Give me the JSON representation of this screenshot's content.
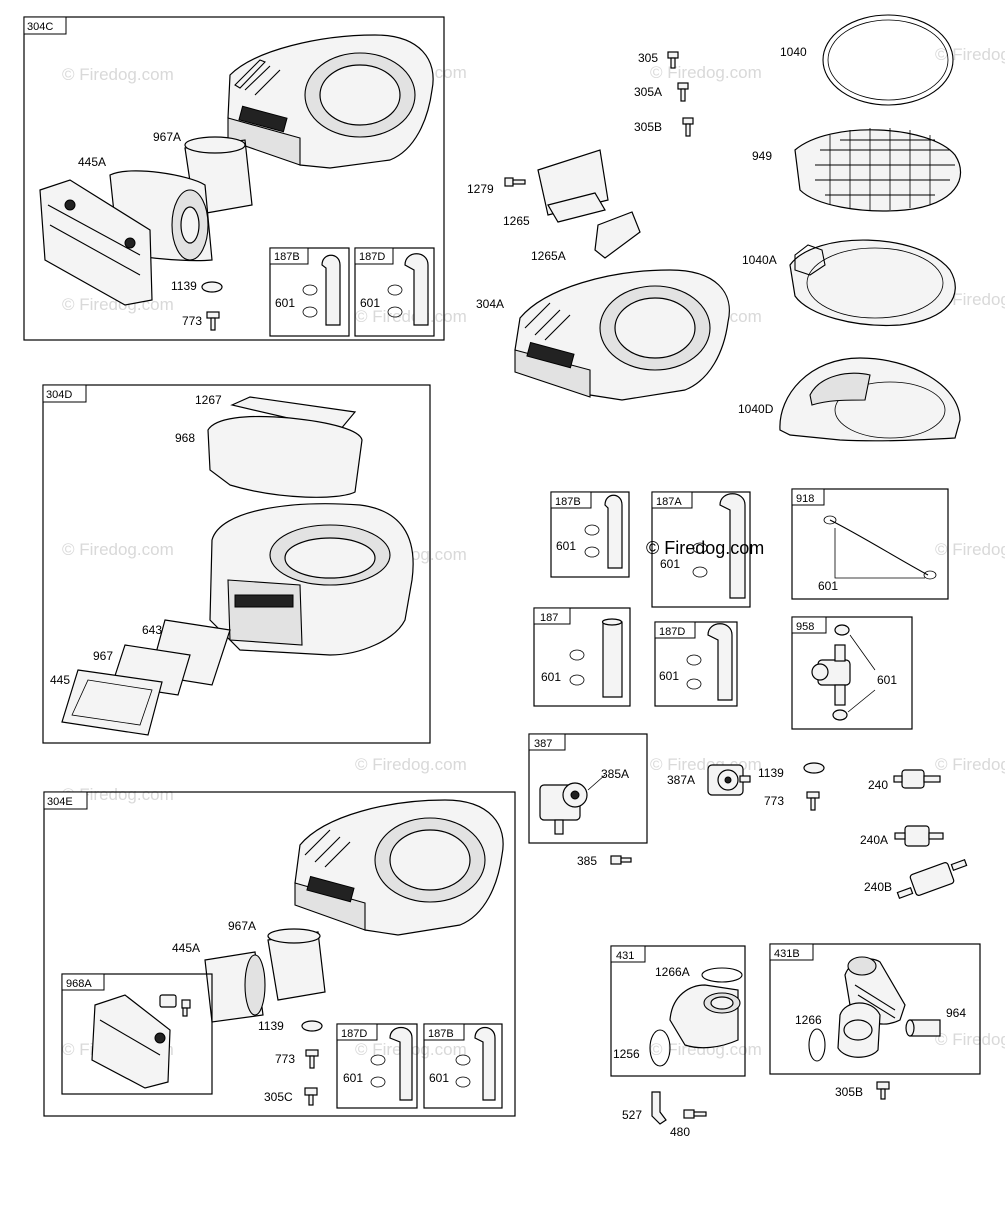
{
  "watermark": "© Firedog.com",
  "center_watermark": "© Firedog.com",
  "panels": {
    "p304C": "304C",
    "p304D": "304D",
    "p304E": "304E",
    "p968A": "968A",
    "p187B_a": "187B",
    "p187D_a": "187D",
    "p187B_b": "187B",
    "p187A": "187A",
    "p918": "918",
    "p187": "187",
    "p187D_b": "187D",
    "p958": "958",
    "p387": "387",
    "p187D_c": "187D",
    "p187B_c": "187B",
    "p431": "431",
    "p431B": "431B"
  },
  "labels": {
    "l967A_a": "967A",
    "l445A_a": "445A",
    "l1139_a": "1139",
    "l773_a": "773",
    "l601_a": "601",
    "l601_b": "601",
    "l305": "305",
    "l305A": "305A",
    "l305B_a": "305B",
    "l1279": "1279",
    "l1265": "1265",
    "l1265A": "1265A",
    "l304A": "304A",
    "l1040": "1040",
    "l949": "949",
    "l1040A": "1040A",
    "l1040D": "1040D",
    "l1267": "1267",
    "l968": "968",
    "l643": "643",
    "l967": "967",
    "l445": "445",
    "l601_c": "601",
    "l601_d": "601",
    "l601_e": "601",
    "l601_f": "601",
    "l601_g": "601",
    "l601_h": "601",
    "l385A": "385A",
    "l385": "385",
    "l387A": "387A",
    "l1139_b": "1139",
    "l773_b": "773",
    "l240": "240",
    "l240A": "240A",
    "l240B": "240B",
    "l967A_b": "967A",
    "l445A_b": "445A",
    "l1139_c": "1139",
    "l773_c": "773",
    "l305C": "305C",
    "l601_i": "601",
    "l601_j": "601",
    "l1266A": "1266A",
    "l1256": "1256",
    "l1266": "1266",
    "l964": "964",
    "l305B_b": "305B",
    "l527": "527",
    "l480": "480"
  }
}
